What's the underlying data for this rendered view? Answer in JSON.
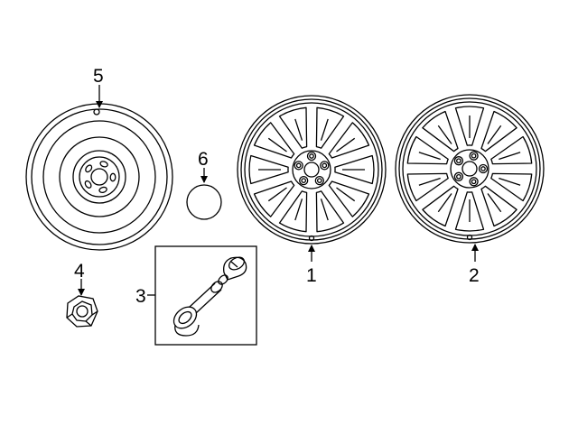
{
  "callouts": [
    {
      "id": "wheel-alloy-1",
      "label": "1"
    },
    {
      "id": "wheel-alloy-2",
      "label": "2"
    },
    {
      "id": "tpms-valve-sensor",
      "label": "3"
    },
    {
      "id": "lug-nut",
      "label": "4"
    },
    {
      "id": "spare-wheel",
      "label": "5"
    },
    {
      "id": "center-cap",
      "label": "6"
    }
  ],
  "colors": {
    "line": "#000000",
    "background": "#ffffff"
  },
  "icons": [
    "spare-wheel-icon",
    "center-cap-icon",
    "lug-nut-icon",
    "tpms-sensor-icon",
    "alloy-wheel-icon"
  ]
}
